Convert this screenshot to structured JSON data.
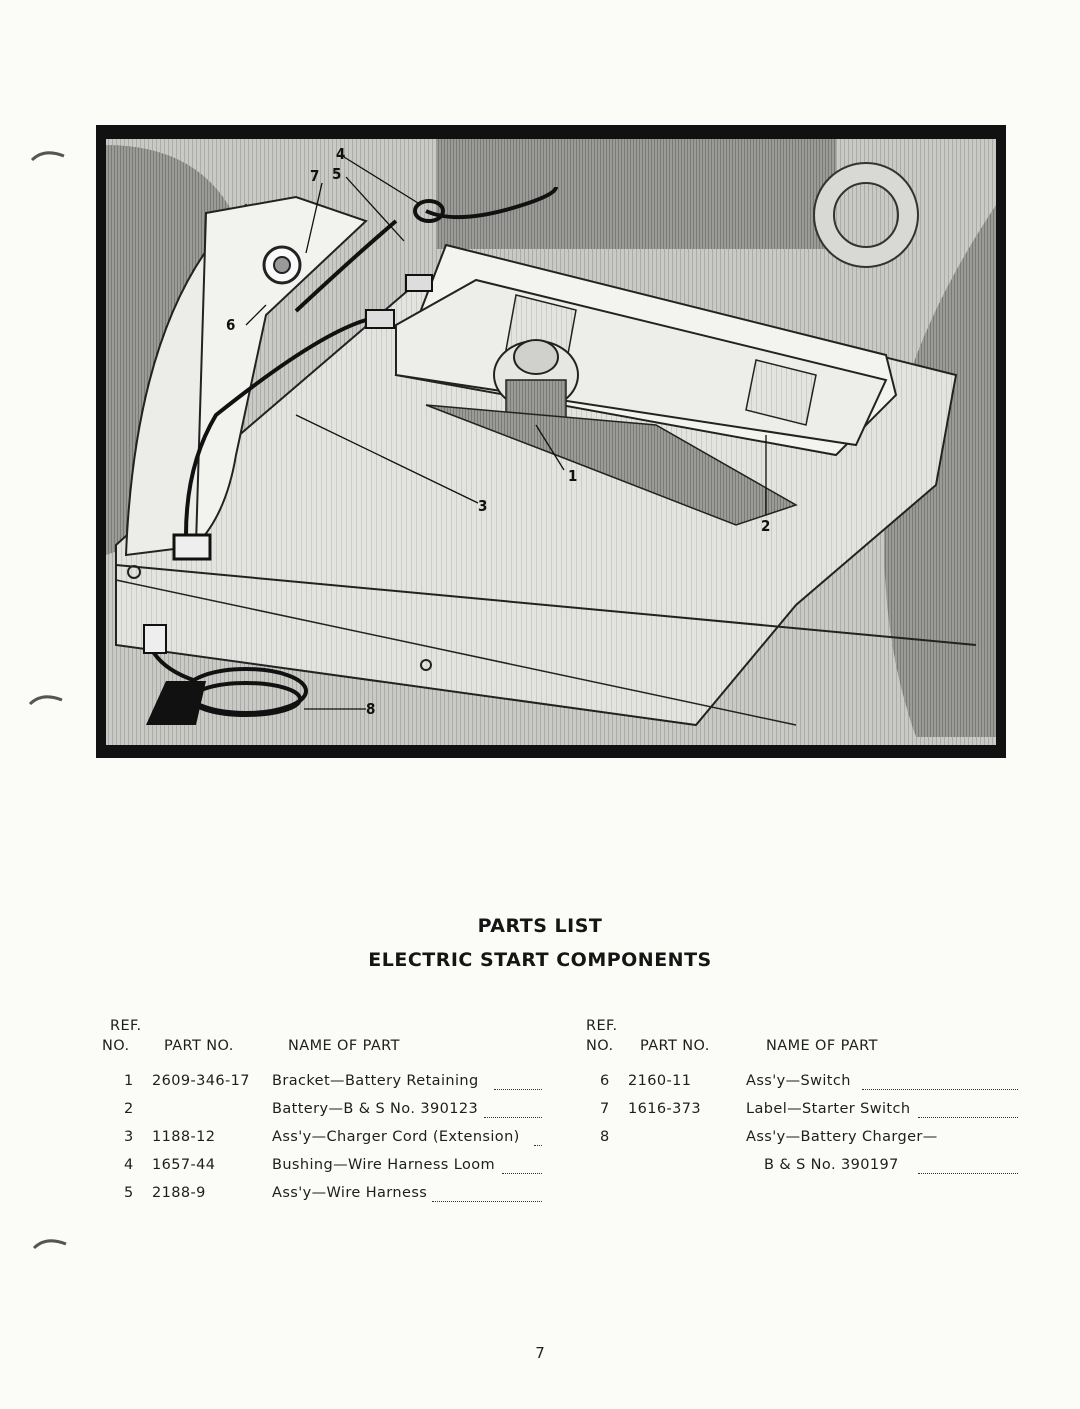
{
  "figure": {
    "callouts": [
      "1",
      "2",
      "3",
      "4",
      "5",
      "6",
      "7",
      "8"
    ]
  },
  "titles": {
    "line1": "PARTS LIST",
    "line2": "ELECTRIC START COMPONENTS"
  },
  "table_headers": {
    "ref": "REF.",
    "no": "NO.",
    "part_no": "PART NO.",
    "name": "NAME OF PART"
  },
  "parts_left": [
    {
      "ref": "1",
      "part_no": "2609-346-17",
      "name": "Bracket—Battery Retaining"
    },
    {
      "ref": "2",
      "part_no": "",
      "name": "Battery—B & S No. 390123"
    },
    {
      "ref": "3",
      "part_no": "1188-12",
      "name": "Ass'y—Charger Cord (Extension)"
    },
    {
      "ref": "4",
      "part_no": "1657-44",
      "name": "Bushing—Wire Harness Loom"
    },
    {
      "ref": "5",
      "part_no": "2188-9",
      "name": "Ass'y—Wire Harness"
    }
  ],
  "parts_right": [
    {
      "ref": "6",
      "part_no": "2160-11",
      "name": "Ass'y—Switch"
    },
    {
      "ref": "7",
      "part_no": "1616-373",
      "name": "Label—Starter Switch"
    },
    {
      "ref": "8",
      "part_no": "",
      "name": "Ass'y—Battery Charger—"
    },
    {
      "ref": "",
      "part_no": "",
      "name": "B & S No. 390197"
    }
  ],
  "page_number": "7"
}
